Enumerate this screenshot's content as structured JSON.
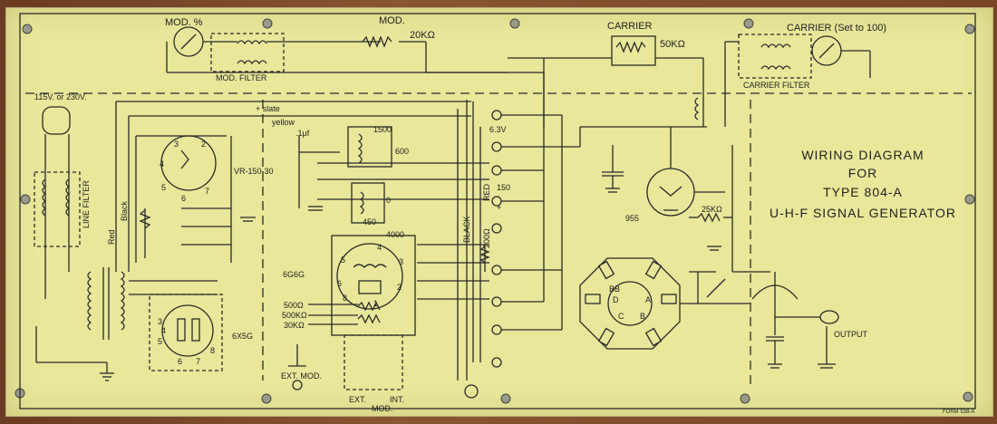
{
  "title": {
    "line1": "WIRING DIAGRAM",
    "line2": "FOR",
    "line3": "TYPE 804-A",
    "line4": "U-H-F SIGNAL GENERATOR"
  },
  "labels": {
    "mod_pct": "MOD. %",
    "mod": "MOD.",
    "r20k": "20KΩ",
    "mod_filter": "MOD. FILTER",
    "carrier": "CARRIER",
    "r50k": "50KΩ",
    "carrier_set": "CARRIER (Set to 100)",
    "carrier_filter": "CARRIER FILTER",
    "mains": "115V. or 230V.",
    "line_filter": "LINE FILTER",
    "red": "Red",
    "black": "Black",
    "slate": "+ slate",
    "yellow": "yellow",
    "uf": ".1µf",
    "vr": "VR-150-30",
    "tube_6g6g": "6G6G",
    "tube_6x5g": "6X5G",
    "tube_955": "955",
    "r25k": "25KΩ",
    "v63": "6.3V",
    "v150": "150",
    "plus": "+",
    "red2": "RED",
    "black2": "BLACK",
    "r200": "200Ω",
    "n1500": "1500",
    "n600": "600",
    "n450": "450",
    "n4000": "4000",
    "n0": "0",
    "r500": "500Ω",
    "r500k": "500KΩ",
    "r30k": "30KΩ",
    "ext_mod": "EXT. MOD.",
    "ext": "EXT.",
    "mod2": "MOD.",
    "int": "INT.",
    "output": "OUTPUT",
    "bb": "BB",
    "d": "D",
    "a": "A",
    "c": "C",
    "b": "B",
    "form": "FORM 538-A"
  },
  "pins": {
    "vr": [
      "3",
      "2",
      "4",
      "5",
      "6",
      "7"
    ],
    "g6": [
      "5",
      "4",
      "3",
      "6",
      "8",
      "1",
      "2"
    ],
    "x5": [
      "3",
      "4",
      "5",
      "6",
      "7",
      "8"
    ]
  },
  "colors": {
    "panel": "#e8e79a",
    "ink": "#2a2a2a",
    "frame": "#7a4a2c"
  }
}
